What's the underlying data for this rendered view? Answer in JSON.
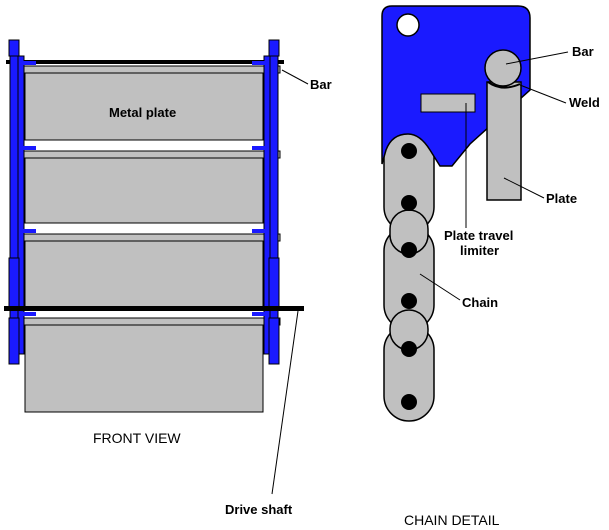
{
  "front_view": {
    "caption": "FRONT VIEW",
    "labels": {
      "bar": "Bar",
      "metal_plate": "Metal plate",
      "drive_shaft": "Drive shaft"
    }
  },
  "chain_detail": {
    "caption": "CHAIN DETAIL",
    "labels": {
      "bar": "Bar",
      "weld": "Weld",
      "plate": "Plate",
      "plate_travel_limiter_line1": "Plate travel",
      "plate_travel_limiter_line2": "limiter",
      "chain": "Chain"
    }
  },
  "colors": {
    "chain_blue": "#1a1aff",
    "plate_gray": "#c0c0c0",
    "outline": "#000000"
  }
}
